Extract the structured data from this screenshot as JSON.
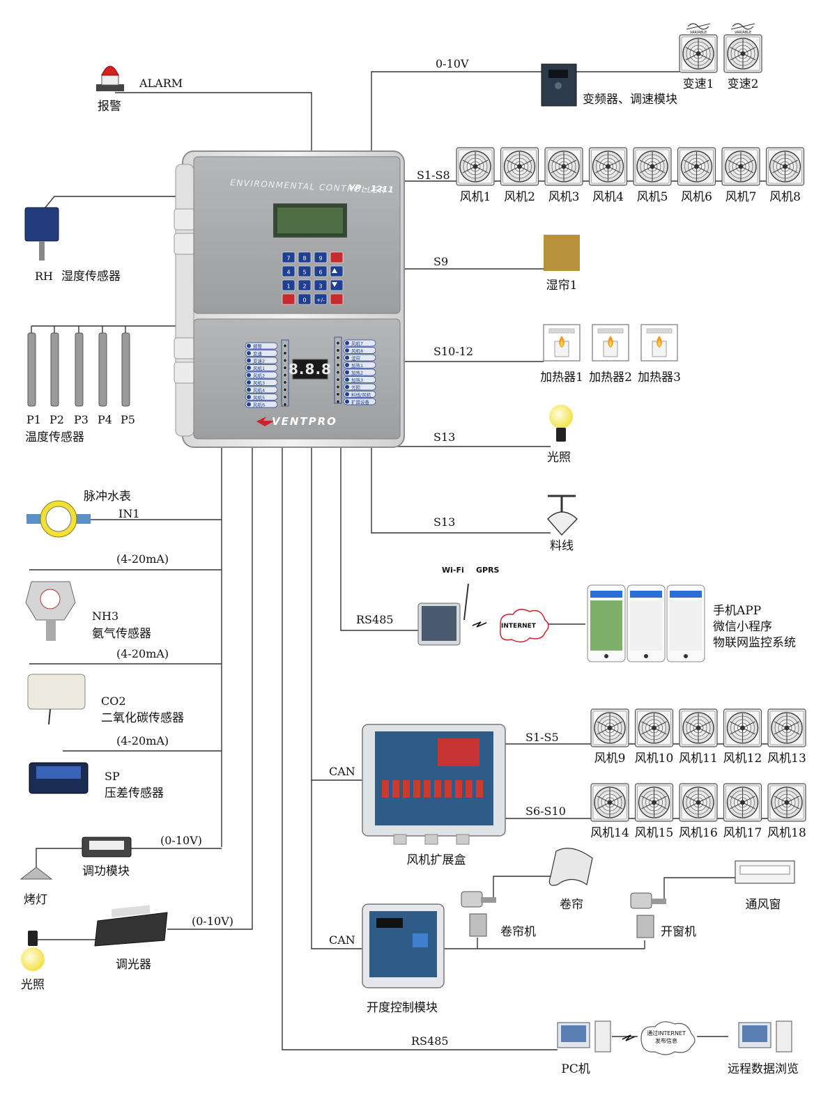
{
  "controller": {
    "title_left": "ENVIRONMENTAL CONTROLLER",
    "model": "VP - 1211",
    "brand": "VENTPRO",
    "display_digits": "8.8.8",
    "keypad": [
      "7",
      "8",
      "9",
      "",
      "4",
      "5",
      "6",
      "",
      "1",
      "2",
      "3",
      "",
      "",
      "0",
      "+/-",
      ""
    ],
    "left_status_labels": [
      "报警",
      "变速",
      "变速2",
      "风机1",
      "风机2",
      "风机3",
      "风机4",
      "风机5",
      "风机6"
    ],
    "right_status_labels": [
      "风机7",
      "风机8",
      "湿帘",
      "加热1",
      "加热2",
      "加热3",
      "光照",
      "料线/风机",
      "扩展设备"
    ]
  },
  "outputs": {
    "alarm": {
      "signal": "ALARM",
      "label": "报警"
    },
    "vfd": {
      "signal": "0-10V",
      "label": "变频器、调速模块",
      "fans": [
        "变速1",
        "变速2"
      ],
      "fan_tag": "VARIABLE"
    },
    "fans_main": {
      "signal": "S1-S8",
      "fans": [
        "风机1",
        "风机2",
        "风机3",
        "风机4",
        "风机5",
        "风机6",
        "风机7",
        "风机8"
      ]
    },
    "pad": {
      "signal": "S9",
      "label": "湿帘1"
    },
    "heaters": {
      "signal": "S10-12",
      "items": [
        "加热器1",
        "加热器2",
        "加热器3"
      ]
    },
    "light": {
      "signal": "S13",
      "label": "光照"
    },
    "feed": {
      "signal": "S13",
      "label": "料线"
    },
    "network": {
      "signal": "RS485",
      "wifi": "Wi-Fi",
      "gprs": "GPRS",
      "cloud": "INTERNET",
      "apps": [
        "手机APP",
        "微信小程序",
        "物联网监控系统"
      ]
    },
    "fan_box": {
      "signal": "CAN",
      "label": "风机扩展盒",
      "group1": {
        "signal": "S1-S5",
        "fans": [
          "风机9",
          "风机10",
          "风机11",
          "风机12",
          "风机13"
        ]
      },
      "group2": {
        "signal": "S6-S10",
        "fans": [
          "风机14",
          "风机15",
          "风机16",
          "风机17",
          "风机18"
        ]
      }
    },
    "opening": {
      "signal": "CAN",
      "label": "开度控制模块",
      "curtain_motor": "卷帘机",
      "curtain": "卷帘",
      "window_motor": "开窗机",
      "window": "通风窗"
    },
    "pc": {
      "signal": "RS485",
      "label": "PC机",
      "cloud_line1": "通过INTERNET",
      "cloud_line2": "发布信息",
      "remote": "远程数据浏览"
    }
  },
  "inputs": {
    "humidity": {
      "code": "RH",
      "label": "湿度传感器"
    },
    "temperature": {
      "probes": [
        "P1",
        "P2",
        "P3",
        "P4",
        "P5"
      ],
      "label": "温度传感器"
    },
    "water_meter": {
      "label": "脉冲水表",
      "signal": "IN1"
    },
    "nh3": {
      "signal": "(4-20mA)",
      "code": "NH3",
      "label": "氨气传感器"
    },
    "co2": {
      "signal": "(4-20mA)",
      "code": "CO2",
      "label": "二氧化碳传感器"
    },
    "sp": {
      "signal": "(4-20mA)",
      "code": "SP",
      "label": "压差传感器"
    },
    "heat_lamp": {
      "signal": "(0-10V)",
      "module": "调功模块",
      "label": "烤灯"
    },
    "dimmer": {
      "signal": "(0-10V)",
      "module": "调光器",
      "label": "光照"
    }
  },
  "colors": {
    "wire": "#333333",
    "panel": "#a9abad",
    "lcd": "#3f5a3a",
    "keypad_blue": "#1f3f91",
    "pad": "#b8913a",
    "accent_red": "#d0202a"
  }
}
